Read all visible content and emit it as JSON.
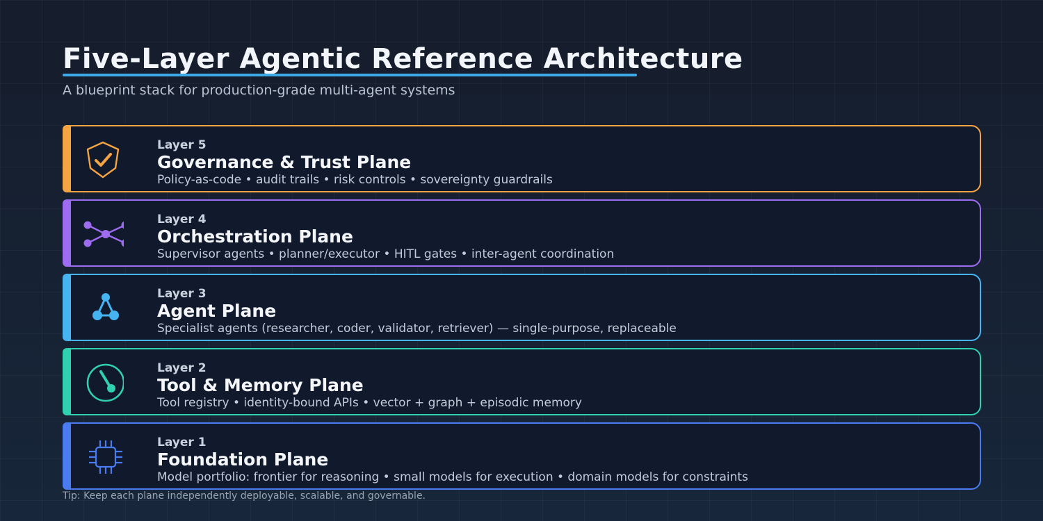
{
  "header": {
    "title": "Five-Layer Agentic Reference Architecture",
    "subtitle": "A blueprint stack for production-grade multi-agent systems"
  },
  "layers": [
    {
      "label": "Layer 5",
      "name": "Governance & Trust Plane",
      "description": "Policy-as-code • audit trails • risk controls • sovereignty guardrails",
      "icon": "shield-check-icon",
      "color": "#f5a443"
    },
    {
      "label": "Layer 4",
      "name": "Orchestration Plane",
      "description": "Supervisor agents • planner/executor • HITL gates • inter-agent coordination",
      "icon": "network-hub-icon",
      "color": "#9e6cf0"
    },
    {
      "label": "Layer 3",
      "name": "Agent Plane",
      "description": "Specialist agents (researcher, coder, validator, retriever) — single-purpose, replaceable",
      "icon": "agent-triangle-icon",
      "color": "#45b4f0"
    },
    {
      "label": "Layer 2",
      "name": "Tool & Memory Plane",
      "description": "Tool registry • identity-bound APIs • vector + graph + episodic memory",
      "icon": "gauge-dial-icon",
      "color": "#2fd1b0"
    },
    {
      "label": "Layer 1",
      "name": "Foundation Plane",
      "description": "Model portfolio: frontier for reasoning • small models for execution • domain models for constraints",
      "icon": "chip-icon",
      "color": "#4a7bf0"
    }
  ],
  "footer": {
    "tip": "Tip: Keep each plane independently deployable, scalable, and governable."
  }
}
